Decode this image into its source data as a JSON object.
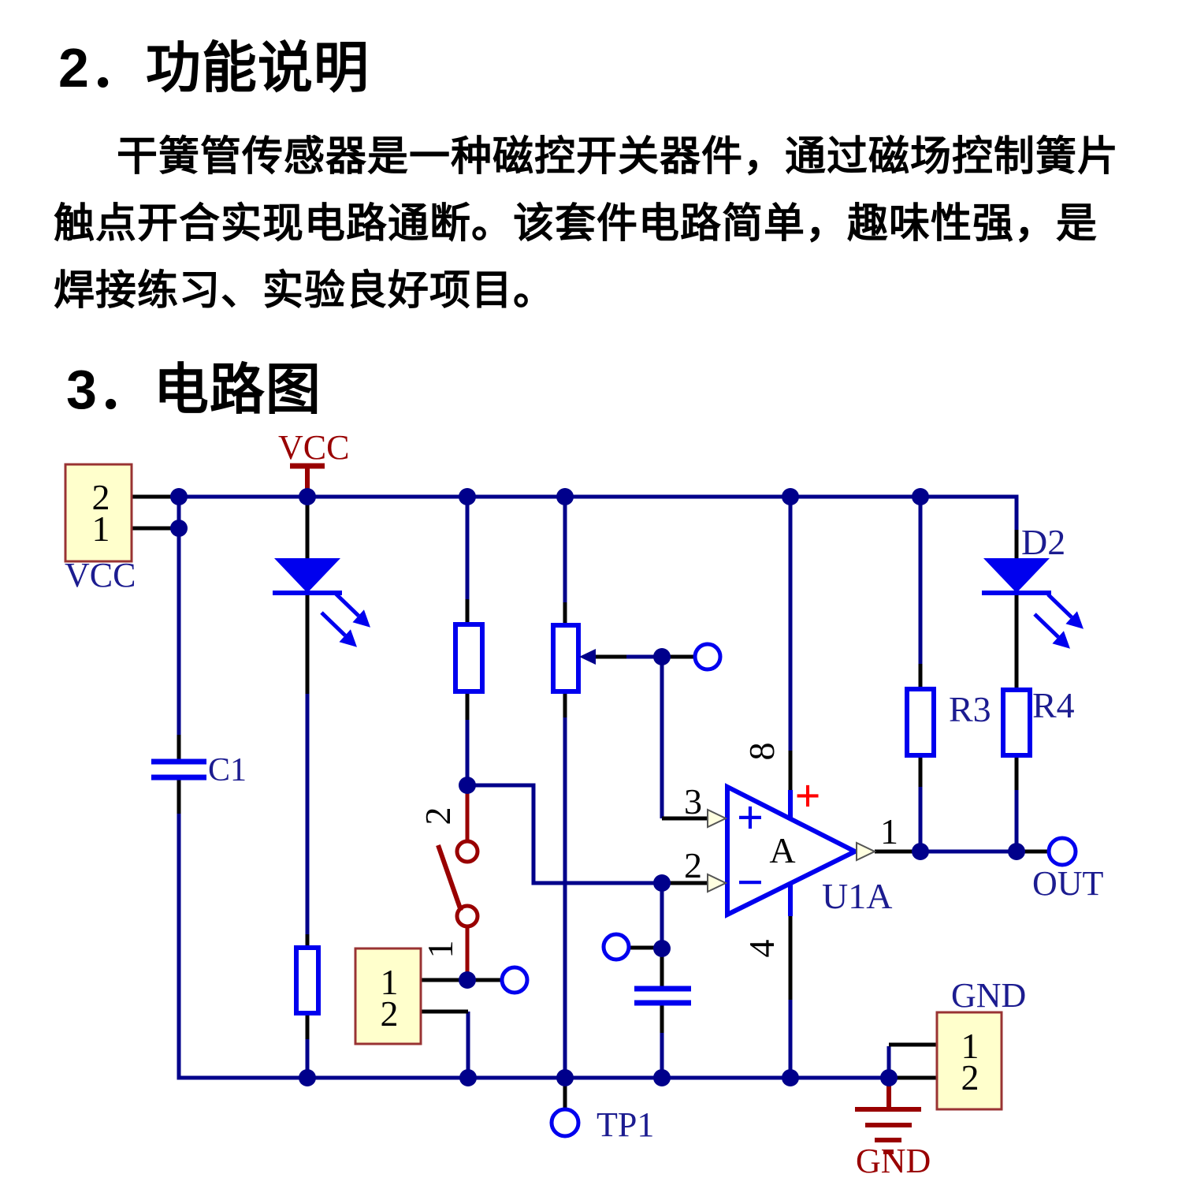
{
  "document": {
    "section2": {
      "title": "2．功能说明",
      "lines": [
        "干簧管传感器是一种磁控开关器件，通过磁场控制簧片",
        "触点开合实现电路通断。该套件电路简单，趣味性强，是",
        "焊接练习、实验良好项目。"
      ]
    },
    "section3": {
      "title": "3．电路图"
    }
  },
  "schematic": {
    "vcc_connector": {
      "label": "VCC",
      "pin_top": "2",
      "pin_bottom": "1"
    },
    "vcc_symbol": {
      "label": "VCC"
    },
    "c1": {
      "label": "C1"
    },
    "led_d2": {
      "label": "D2"
    },
    "r3": {
      "label": "R3"
    },
    "r4": {
      "label": "R4"
    },
    "opamp": {
      "designator": "U1A",
      "gate_label": "A",
      "noninv_sign": "+",
      "inv_sign": "−",
      "supply_sign": "+",
      "pin_out": "1",
      "pin_noninv": "3",
      "pin_inv": "2",
      "pin_supply": "8",
      "pin_ground": "4"
    },
    "reed_switch": {
      "pin_top": "2",
      "pin_bottom": "1"
    },
    "reed_connector": {
      "pin_top": "1",
      "pin_bottom": "2"
    },
    "gnd_connector": {
      "label": "GND",
      "pin_top": "1",
      "pin_bottom": "2"
    },
    "gnd_symbol": {
      "label": "GND"
    },
    "tp1": {
      "label": "TP1"
    },
    "out": {
      "label": "OUT"
    }
  },
  "colors": {
    "wire_navy": "#00008b",
    "component_blue": "#0000ee",
    "power_dark_red": "#990000",
    "plus_red": "#ff0000",
    "connector_fill": "#ffffcc",
    "connector_border": "#993333",
    "label_navy": "#1c1c90",
    "pin_black": "#000000"
  }
}
